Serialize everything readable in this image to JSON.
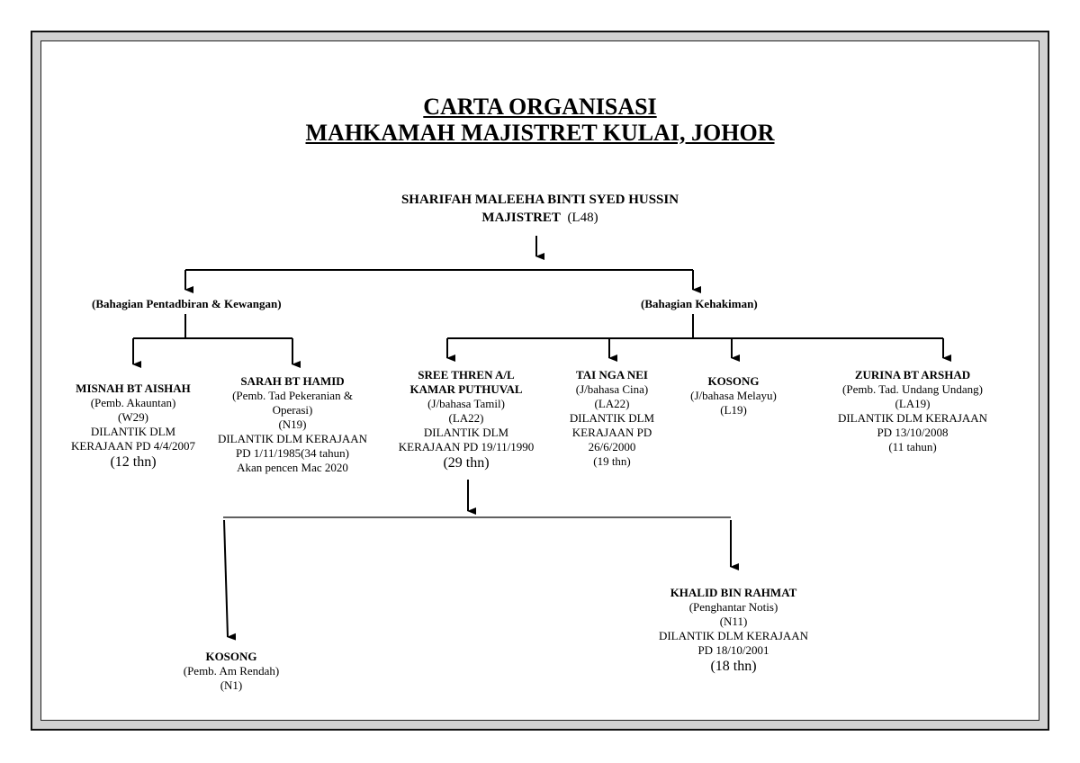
{
  "title": {
    "line1": "CARTA ORGANISASI",
    "line2": "MAHKAMAH MAJISTRET KULAI, JOHOR"
  },
  "head": {
    "name": "SHARIFAH MALEEHA BINTI SYED HUSSIN",
    "position": "MAJISTRET",
    "grade": "(L48)"
  },
  "sections": {
    "admin": "(Bahagian Pentadbiran & Kewangan)",
    "judicial": "(Bahagian Kehakiman)"
  },
  "staff": {
    "misnah": {
      "name": "MISNAH BT AISHAH",
      "role": "(Pemb. Akauntan)",
      "grade": "(W29)",
      "appointed1": "DILANTIK DLM",
      "appointed2": "KERAJAAN PD 4/4/2007",
      "service": "(12 thn)"
    },
    "sarah": {
      "name": "SARAH BT HAMID",
      "role1": "(Pemb. Tad Pekeranian &",
      "role2": "Operasi)",
      "grade": "(N19)",
      "appointed1": "DILANTIK DLM KERAJAAN",
      "appointed2": "PD 1/11/1985(34 tahun)",
      "note": "Akan pencen Mac 2020"
    },
    "sree": {
      "name1": "SREE THREN A/L",
      "name2": "KAMAR PUTHUVAL",
      "role": "(J/bahasa Tamil)",
      "grade": "(LA22)",
      "appointed1": "DILANTIK DLM",
      "appointed2": "KERAJAAN PD 19/11/1990",
      "service": "(29 thn)"
    },
    "tai": {
      "name": "TAI NGA NEI",
      "role": "(J/bahasa Cina)",
      "grade": "(LA22)",
      "appointed1": "DILANTIK DLM",
      "appointed2": "KERAJAAN PD",
      "appointed3": "26/6/2000",
      "service": "(19 thn)"
    },
    "kosong_melayu": {
      "name": "KOSONG",
      "role": "(J/bahasa Melayu)",
      "grade": "(L19)"
    },
    "zurina": {
      "name": "ZURINA BT ARSHAD",
      "role": "(Pemb. Tad. Undang Undang)",
      "grade": "(LA19)",
      "appointed1": "DILANTIK DLM KERAJAAN",
      "appointed2": "PD 13/10/2008",
      "service": "(11 tahun)"
    },
    "kosong_am": {
      "name": "KOSONG",
      "role": "(Pemb. Am Rendah)",
      "grade": "(N1)"
    },
    "khalid": {
      "name": "KHALID BIN RAHMAT",
      "role": "(Penghantar Notis)",
      "grade": "(N11)",
      "appointed1": "DILANTIK DLM KERAJAAN",
      "appointed2": "PD 18/10/2001",
      "service": "(18 thn)"
    }
  }
}
